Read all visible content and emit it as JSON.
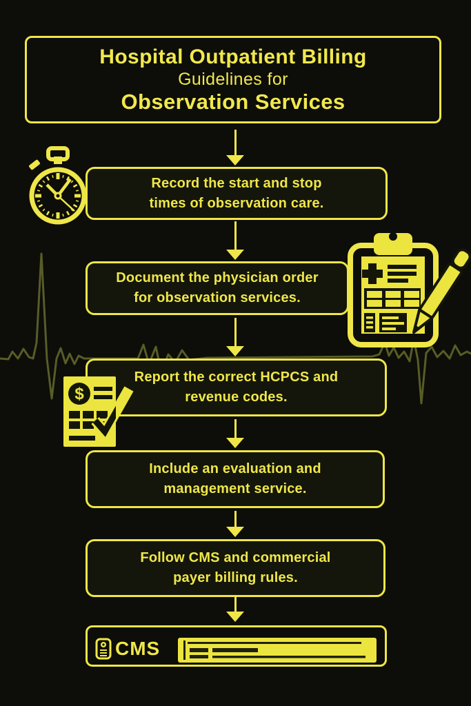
{
  "colors": {
    "background": "#0d0d0a",
    "accent": "#efe74a",
    "accent_fill": "#ece43f",
    "ecg_line": "#585c26",
    "box_fill": "#14160b",
    "glyph_dark": "#15160a"
  },
  "title": {
    "line1": "Hospital Outpatient Billing",
    "line2": "Guidelines for",
    "line3": "Observation Services"
  },
  "steps": [
    {
      "line1": "Record the start and stop",
      "line2": "times of observation care.",
      "icon": "stopwatch-icon"
    },
    {
      "line1": "Document the physician order",
      "line2": "for observation services.",
      "icon": "clipboard-pen-icon"
    },
    {
      "line1": "Report the correct HCPCS and",
      "line2": "revenue codes.",
      "icon": "billing-checklist-icon"
    },
    {
      "line1": "Include an evaluation and",
      "line2": "management service.",
      "icon": ""
    },
    {
      "line1": "Follow CMS and commercial",
      "line2": "payer billing rules.",
      "icon": ""
    }
  ],
  "footer": {
    "label": "CMS",
    "left_icon": "cms-card-icon",
    "right_graphic": "webpage-banner-graphic"
  },
  "icons": {
    "arrow": "down-arrow",
    "background": "ecg-heartbeat-line"
  }
}
